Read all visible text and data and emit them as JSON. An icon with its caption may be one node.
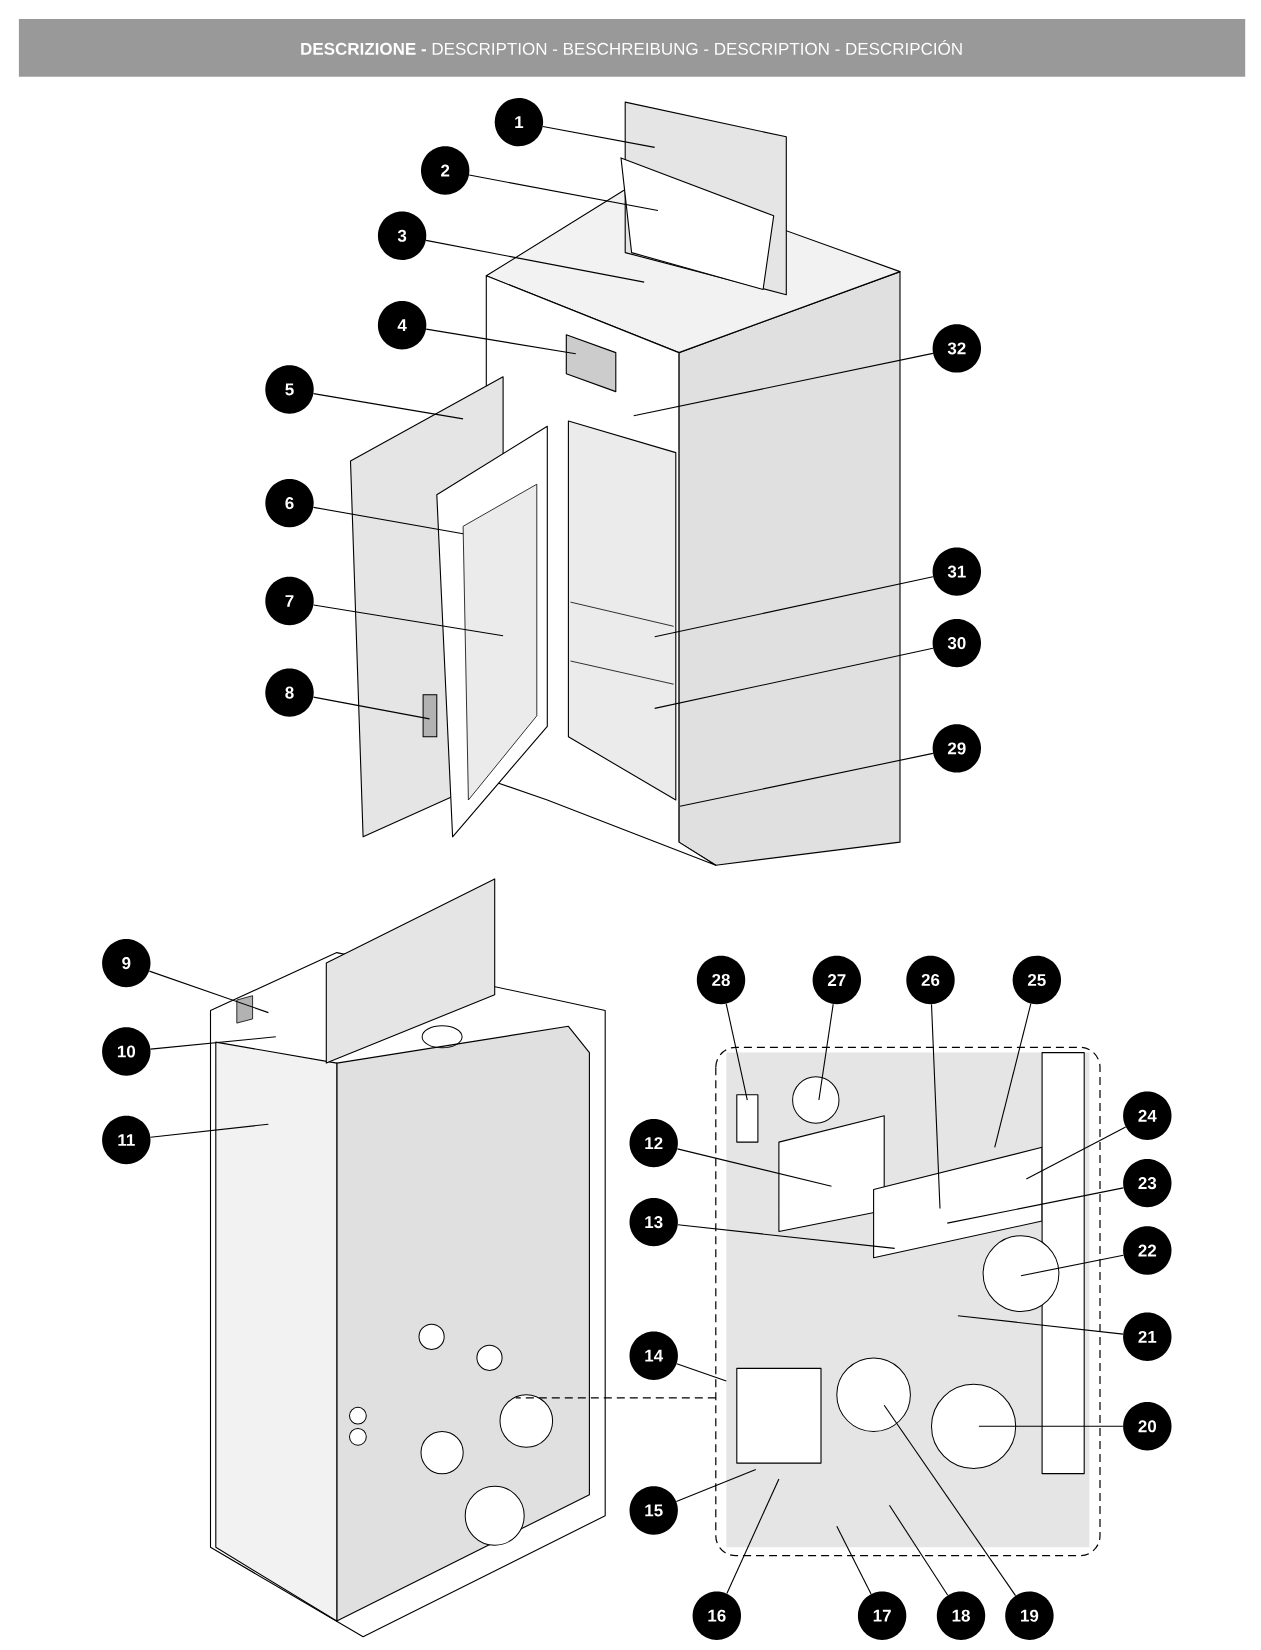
{
  "diagram": {
    "title": "**DESCRIZIONE -** DESCRIPTION - BESCHREIBUNG - DESCRIPTION - DESCRIPCIÓN",
    "nodes": [
      {
        "text": [
          "1"
        ]
      },
      {
        "text": [
          "2"
        ]
      },
      {
        "text": [
          "3"
        ]
      },
      {
        "text": [
          "4"
        ]
      },
      {
        "text": [
          "5"
        ]
      },
      {
        "text": [
          "6"
        ]
      },
      {
        "text": [
          "7"
        ]
      },
      {
        "text": [
          "8"
        ]
      },
      {
        "text": [
          "9"
        ]
      },
      {
        "text": [
          "10"
        ]
      },
      {
        "text": [
          "11"
        ]
      },
      {
        "text": [
          "12"
        ]
      },
      {
        "text": [
          "13"
        ]
      },
      {
        "text": [
          "14"
        ]
      },
      {
        "text": [
          "15"
        ]
      },
      {
        "text": [
          "16"
        ]
      },
      {
        "text": [
          "17"
        ]
      },
      {
        "text": [
          "18"
        ]
      },
      {
        "text": [
          "19"
        ]
      },
      {
        "text": [
          "20"
        ]
      },
      {
        "text": [
          "21"
        ]
      },
      {
        "text": [
          "22"
        ]
      },
      {
        "text": [
          "23"
        ]
      },
      {
        "text": [
          "24"
        ]
      },
      {
        "text": [
          "25"
        ]
      },
      {
        "text": [
          "26"
        ]
      },
      {
        "text": [
          "27"
        ]
      },
      {
        "text": [
          "28"
        ]
      },
      {
        "text": [
          "29"
        ]
      },
      {
        "text": [
          "30"
        ]
      },
      {
        "text": [
          "31"
        ]
      },
      {
        "text": [
          "32"
        ]
      }
    ],
    "edges": [
      {
        "from": 0,
        "to": null,
        "arrow": "none"
      },
      {
        "from": 1,
        "to": null,
        "arrow": "none"
      },
      {
        "from": 2,
        "to": null,
        "arrow": "none"
      },
      {
        "from": 3,
        "to": null,
        "arrow": "none"
      },
      {
        "from": 4,
        "to": null,
        "arrow": "none"
      },
      {
        "from": 5,
        "to": null,
        "arrow": "none"
      },
      {
        "from": 6,
        "to": null,
        "arrow": "none"
      },
      {
        "from": 7,
        "to": null,
        "arrow": "none"
      },
      {
        "from": 8,
        "to": null,
        "arrow": "none"
      },
      {
        "from": 9,
        "to": null,
        "arrow": "none"
      },
      {
        "from": 10,
        "to": null,
        "arrow": "none"
      },
      {
        "from": 11,
        "to": null,
        "arrow": "none"
      },
      {
        "from": 12,
        "to": null,
        "arrow": "none"
      },
      {
        "from": 13,
        "to": null,
        "arrow": "none"
      },
      {
        "from": 14,
        "to": null,
        "arrow": "none"
      },
      {
        "from": 15,
        "to": null,
        "arrow": "none"
      },
      {
        "from": 16,
        "to": null,
        "arrow": "none"
      },
      {
        "from": 17,
        "to": null,
        "arrow": "none"
      },
      {
        "from": 18,
        "to": null,
        "arrow": "none"
      },
      {
        "from": 19,
        "to": null,
        "arrow": "none"
      },
      {
        "from": 20,
        "to": null,
        "arrow": "none"
      },
      {
        "from": 21,
        "to": null,
        "arrow": "none"
      },
      {
        "from": 22,
        "to": null,
        "arrow": "none"
      },
      {
        "from": 23,
        "to": null,
        "arrow": "none"
      },
      {
        "from": 24,
        "to": null,
        "arrow": "none"
      },
      {
        "from": 25,
        "to": null,
        "arrow": "none"
      },
      {
        "from": 26,
        "to": null,
        "arrow": "none"
      },
      {
        "from": 27,
        "to": null,
        "arrow": "none"
      },
      {
        "from": 28,
        "to": null,
        "arrow": "none"
      },
      {
        "from": 29,
        "to": null,
        "arrow": "none"
      },
      {
        "from": 30,
        "to": null,
        "arrow": "none"
      },
      {
        "from": 31,
        "to": null,
        "arrow": "none"
      }
    ]
  }
}
